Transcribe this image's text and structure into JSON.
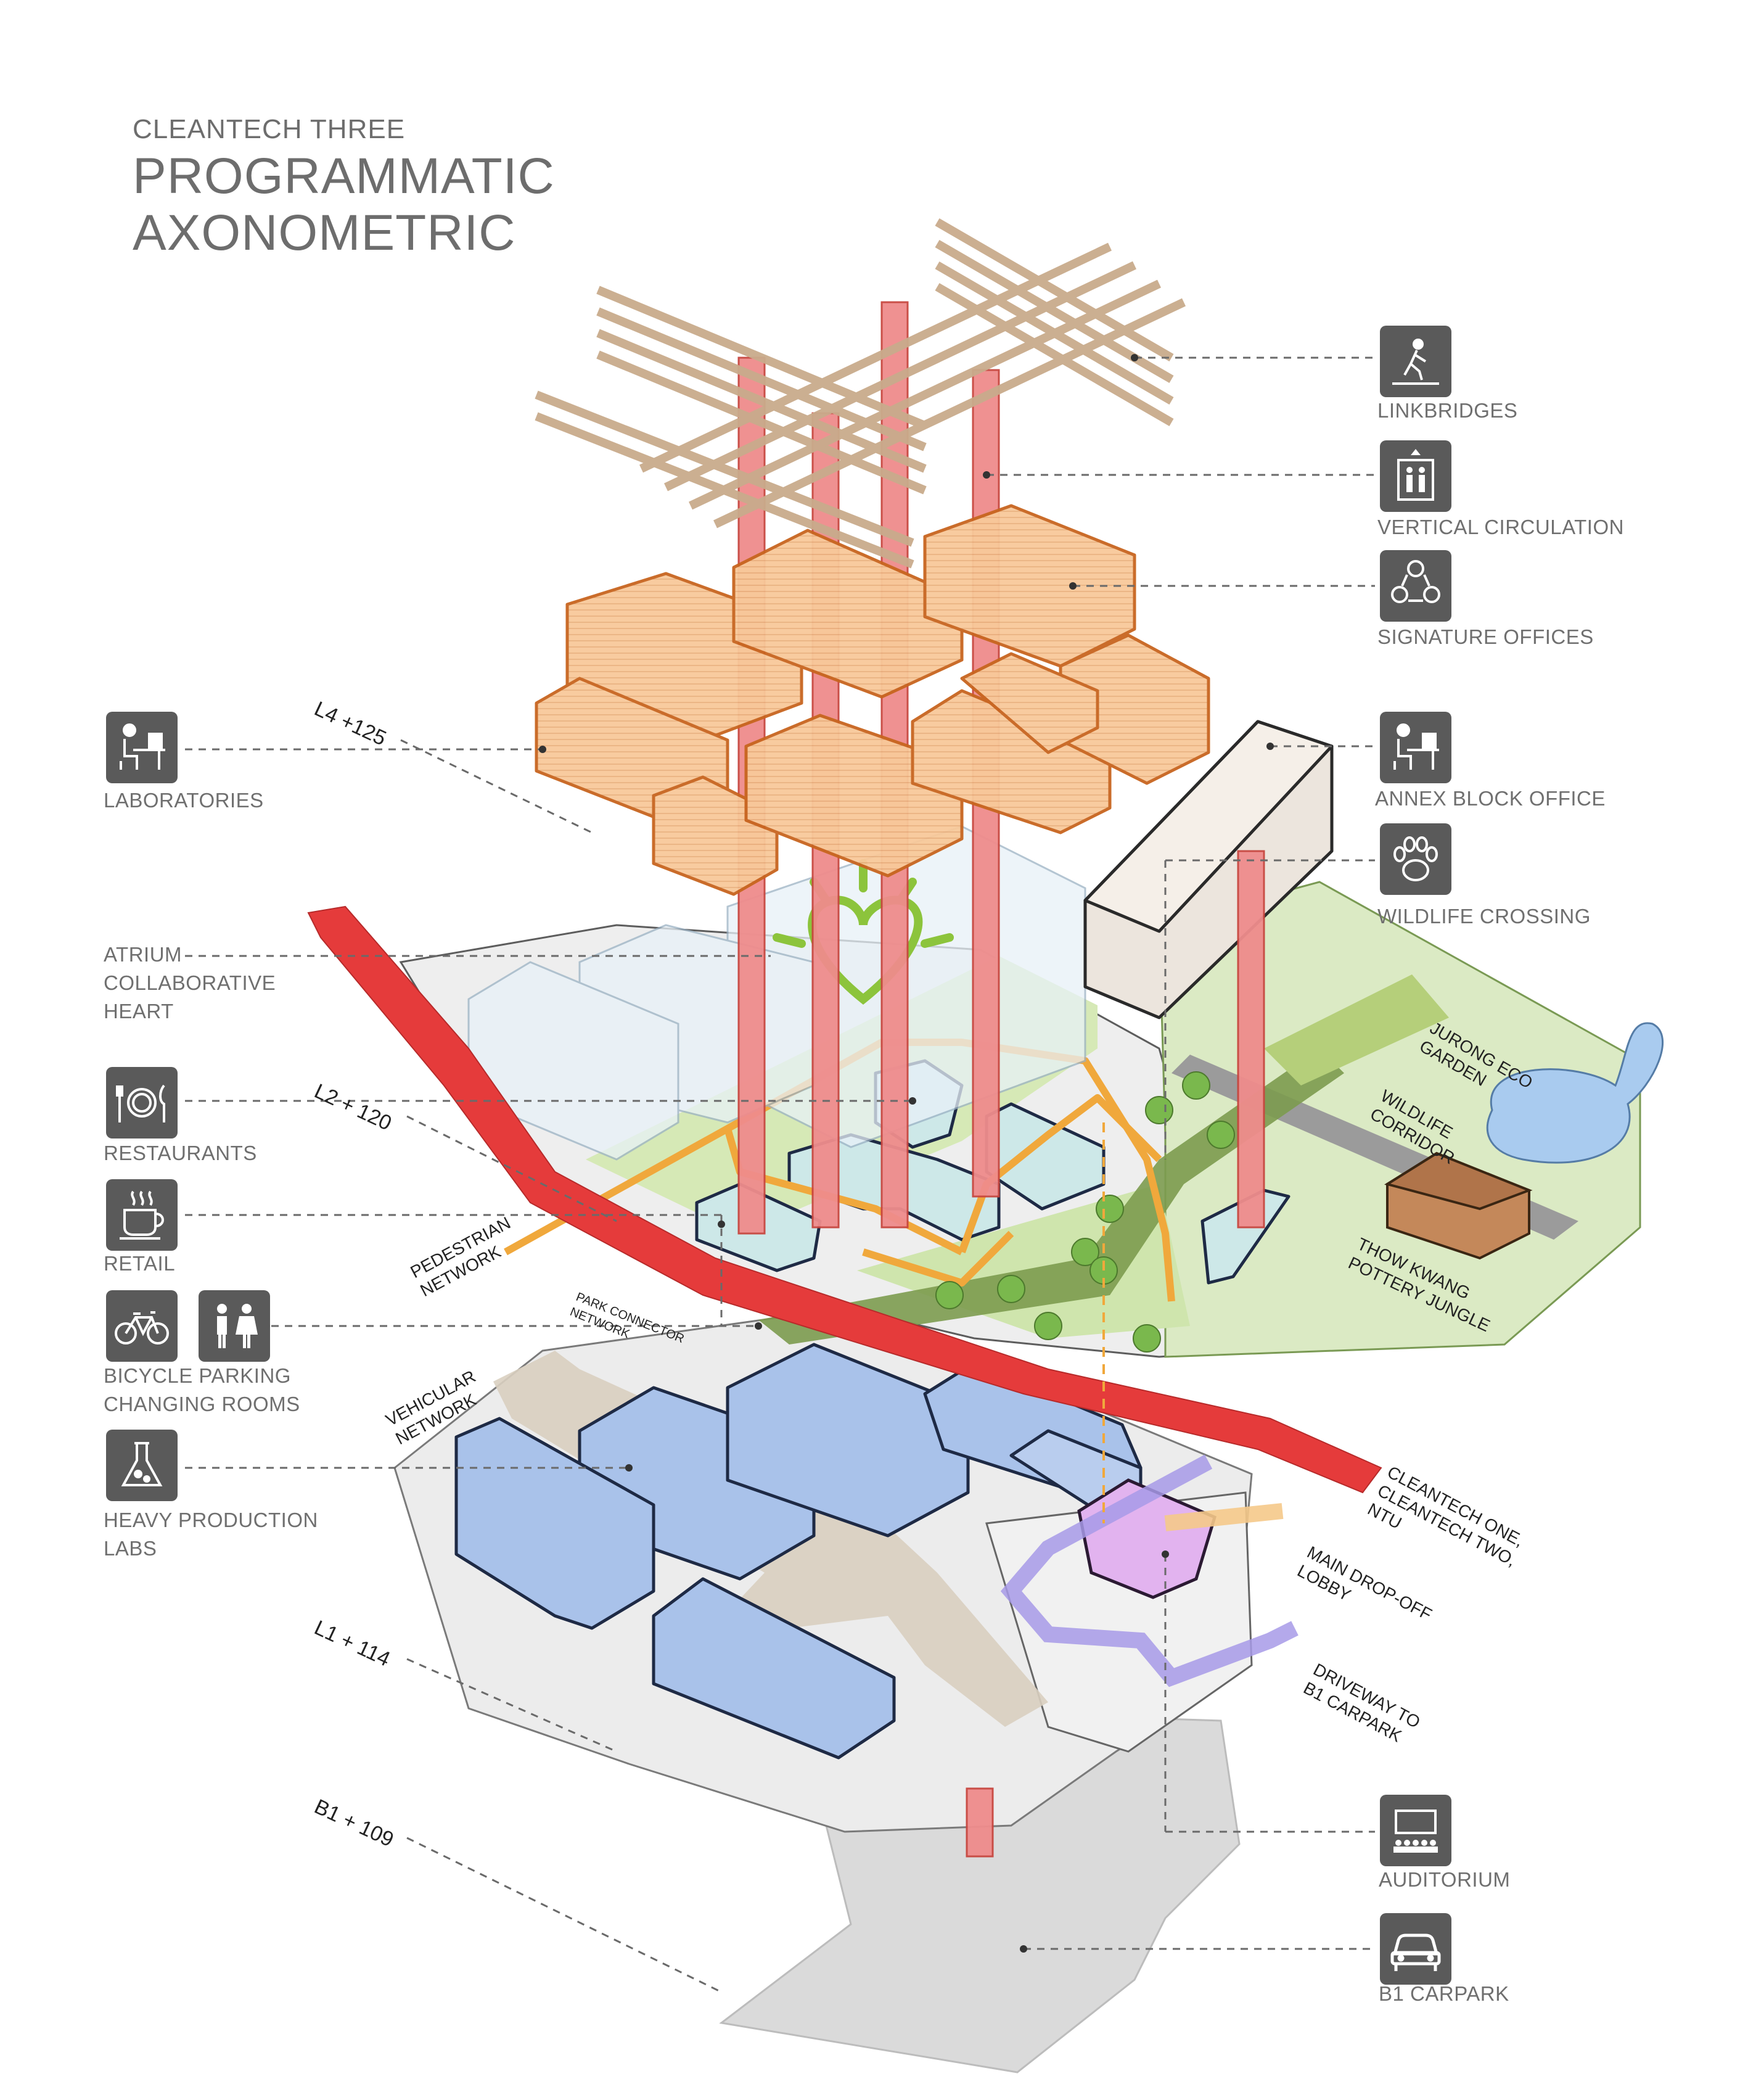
{
  "header": {
    "subtitle": "CLEANTECH THREE",
    "title_line1": "PROGRAMMATIC",
    "title_line2": "AXONOMETRIC"
  },
  "legend": {
    "linkbridges": {
      "label": "LINKBRIDGES",
      "icon": "pedestrian-walkway-icon"
    },
    "vertical_circulation": {
      "label": "VERTICAL CIRCULATION",
      "icon": "elevator-icon"
    },
    "signature_offices": {
      "label": "SIGNATURE OFFICES",
      "icon": "people-network-icon"
    },
    "annex_block_office": {
      "label": "ANNEX BLOCK OFFICE",
      "icon": "desk-worker-icon"
    },
    "wildlife_crossing": {
      "label": "WILDLIFE CROSSING",
      "icon": "paw-print-icon"
    },
    "laboratories": {
      "label": "LABORATORIES",
      "icon": "desk-worker-icon"
    },
    "atrium": {
      "line1": "ATRIUM",
      "line2": "COLLABORATIVE",
      "line3": "HEART"
    },
    "restaurants": {
      "label": "RESTAURANTS",
      "icon": "plate-cutlery-icon"
    },
    "retail": {
      "label": "RETAIL",
      "icon": "coffee-cup-icon"
    },
    "bicycle": {
      "line1": "BICYCLE PARKING",
      "line2": "CHANGING ROOMS",
      "icon1": "bicycle-icon",
      "icon2": "restroom-icon"
    },
    "heavy_labs": {
      "line1": "HEAVY PRODUCTION",
      "line2": "LABS",
      "icon": "flask-icon"
    },
    "auditorium": {
      "label": "AUDITORIUM",
      "icon": "auditorium-icon"
    },
    "carpark": {
      "label": "B1 CARPARK",
      "icon": "car-icon"
    }
  },
  "levels": {
    "l4": "L4 +125",
    "l2": "L2 + 120",
    "l1": "L1 + 114",
    "b1": "B1 + 109"
  },
  "annotations": {
    "jurong_line1": "JURONG ECO",
    "jurong_line2": "GARDEN",
    "wildlife_line1": "WILDLIFE",
    "wildlife_line2": "CORRIDOR",
    "thow_line1": "THOW KWANG",
    "thow_line2": "POTTERY JUNGLE",
    "pedestrian_line1": "PEDESTRIAN",
    "pedestrian_line2": "NETWORK",
    "park_line1": "PARK CONNECTOR",
    "park_line2": "NETWORK",
    "vehicular_line1": "VEHICULAR",
    "vehicular_line2": "NETWORK",
    "cleantech_line1": "CLEANTECH ONE,",
    "cleantech_line2": "CLEANTECH TWO,",
    "cleantech_line3": "NTU",
    "dropoff_line1": "MAIN DROP-OFF",
    "dropoff_line2": "LOBBY",
    "driveway_line1": "DRIVEWAY TO",
    "driveway_line2": "B1 CARPARK"
  },
  "colors": {
    "offices": "#f8c99a",
    "office_stroke": "#c8651f",
    "cores": "#ef8c8c",
    "linkbridge": "#c9ab8c",
    "park_connector": "#e53b3b",
    "pedestrian": "#f0a83c",
    "heavy_labs": "#a9c2ea",
    "restaurants": "#cde8e8",
    "auditorium": "#e2b3ef",
    "green": "#d6e9b6",
    "water": "#a9cbef",
    "icon_bg": "#5a5a5a"
  }
}
